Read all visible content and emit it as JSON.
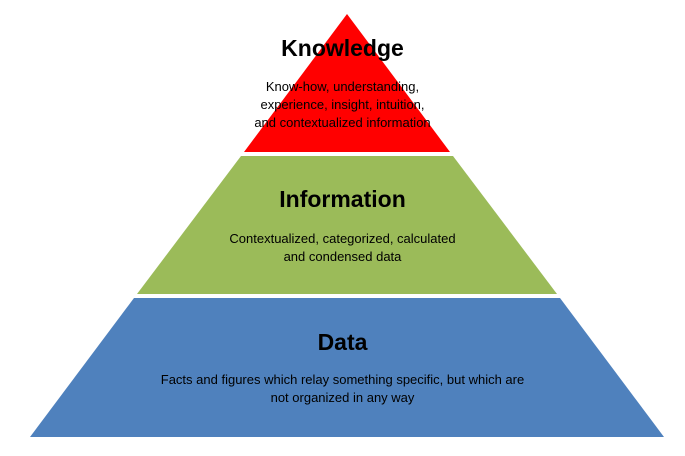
{
  "colors": {
    "knowledge": "#FF0000",
    "information": "#9BBB59",
    "data": "#4F81BD"
  },
  "layers": {
    "knowledge": {
      "title": "Knowledge",
      "lines": [
        "Know-how, understanding,",
        "experience, insight, intuition,",
        "and contextualized information"
      ]
    },
    "information": {
      "title": "Information",
      "lines": [
        "Contextualized, categorized, calculated",
        "and condensed data"
      ]
    },
    "data": {
      "title": "Data",
      "lines": [
        "Facts and figures which relay something specific, but which are",
        "not organized in any way"
      ]
    }
  }
}
